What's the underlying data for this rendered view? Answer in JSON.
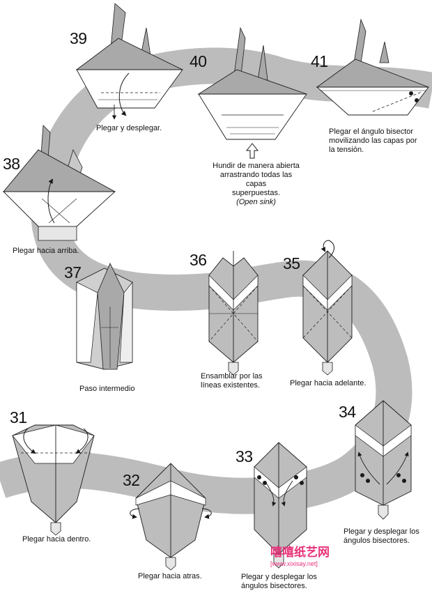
{
  "steps": {
    "s39": {
      "number": "39",
      "caption": "Plegar y desplegar."
    },
    "s40": {
      "number": "40",
      "caption_lines": [
        "Hundir de manera abierta",
        "arrastrando todas las capas",
        "superpuestas."
      ],
      "caption_italic": "(Open sink)"
    },
    "s41": {
      "number": "41",
      "caption_lines": [
        "Plegar el ángulo bisector",
        "movilizando las capas por",
        "la tensión."
      ]
    },
    "s38": {
      "number": "38",
      "caption": "Plegar hacia arriba."
    },
    "s37": {
      "number": "37",
      "caption": "Paso intermedio"
    },
    "s36": {
      "number": "36",
      "caption_lines": [
        "Ensamblar por las",
        "líneas existentes."
      ]
    },
    "s35": {
      "number": "35",
      "caption": "Plegar hacia adelante."
    },
    "s34": {
      "number": "34",
      "caption_lines": [
        "Plegar y desplegar los",
        "ángulos bisectores."
      ]
    },
    "s33": {
      "number": "33",
      "caption_lines": [
        "Plegar y desplegar los",
        "ángulos bisectores."
      ]
    },
    "s32": {
      "number": "32",
      "caption": "Plegar hacia atras."
    },
    "s31": {
      "number": "31",
      "caption": "Plegar hacia dentro."
    }
  },
  "watermark": {
    "chinese": "嘻嘻纸艺网",
    "url": "[www.xixisay.net]"
  },
  "colors": {
    "band": "#bcbcbc",
    "paper_gray": "#a9a9a9",
    "paper_light": "#e6e6e6",
    "paper_white": "#ffffff",
    "line": "#1a1a1a",
    "watermark": "#e7337a"
  }
}
